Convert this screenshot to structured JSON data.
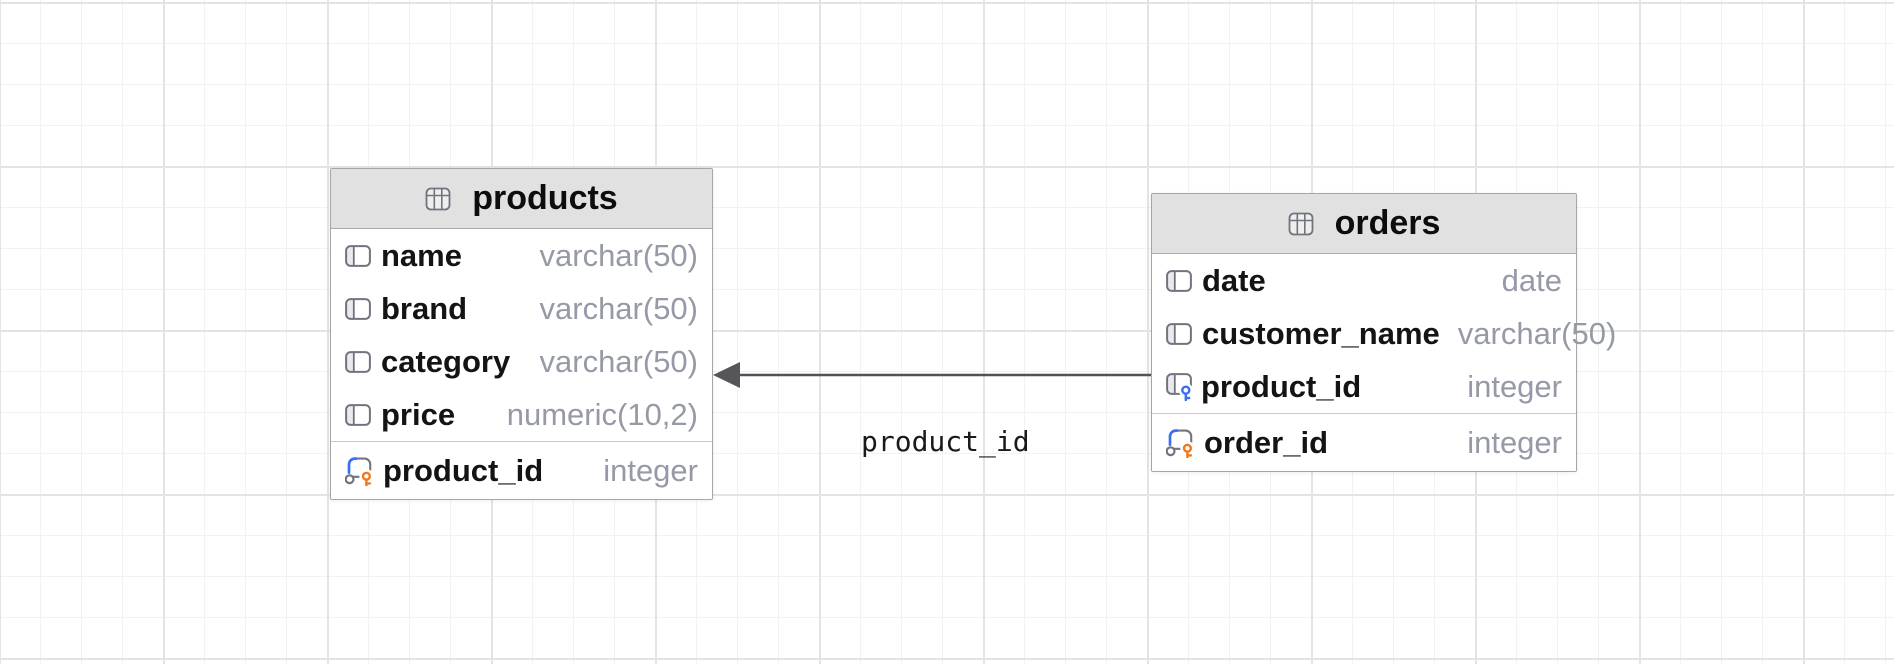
{
  "theme": {
    "canvas_bg": "#ffffff",
    "grid_minor": "#f2f2f2",
    "grid_major": "#e4e4e4",
    "table_border": "#a6a6a6",
    "header_bg": "#e1e1e1",
    "field_name_color": "#141416",
    "field_type_color": "#959aa6",
    "icon_gray": "#71747e",
    "key_orange": "#f0781e",
    "key_blue": "#3b6ff0",
    "relation_line": "#515156"
  },
  "diagram": {
    "tables": [
      {
        "title": "products",
        "header_icon": "table-grid-icon",
        "fields": [
          {
            "name": "name",
            "type": "varchar(50)",
            "icon": "column-icon"
          },
          {
            "name": "brand",
            "type": "varchar(50)",
            "icon": "column-icon"
          },
          {
            "name": "category",
            "type": "varchar(50)",
            "icon": "column-icon"
          },
          {
            "name": "price",
            "type": "numeric(10,2)",
            "icon": "column-icon"
          }
        ],
        "key_fields": [
          {
            "name": "product_id",
            "type": "integer",
            "icon": "primary-key-icon"
          }
        ]
      },
      {
        "title": "orders",
        "header_icon": "table-grid-icon",
        "fields": [
          {
            "name": "date",
            "type": "date",
            "icon": "column-icon"
          },
          {
            "name": "customer_name",
            "type": "varchar(50)",
            "icon": "column-icon"
          },
          {
            "name": "product_id",
            "type": "integer",
            "icon": "foreign-key-icon"
          }
        ],
        "key_fields": [
          {
            "name": "order_id",
            "type": "integer",
            "icon": "primary-key-icon"
          }
        ]
      }
    ],
    "relationship": {
      "label": "product_id"
    }
  }
}
